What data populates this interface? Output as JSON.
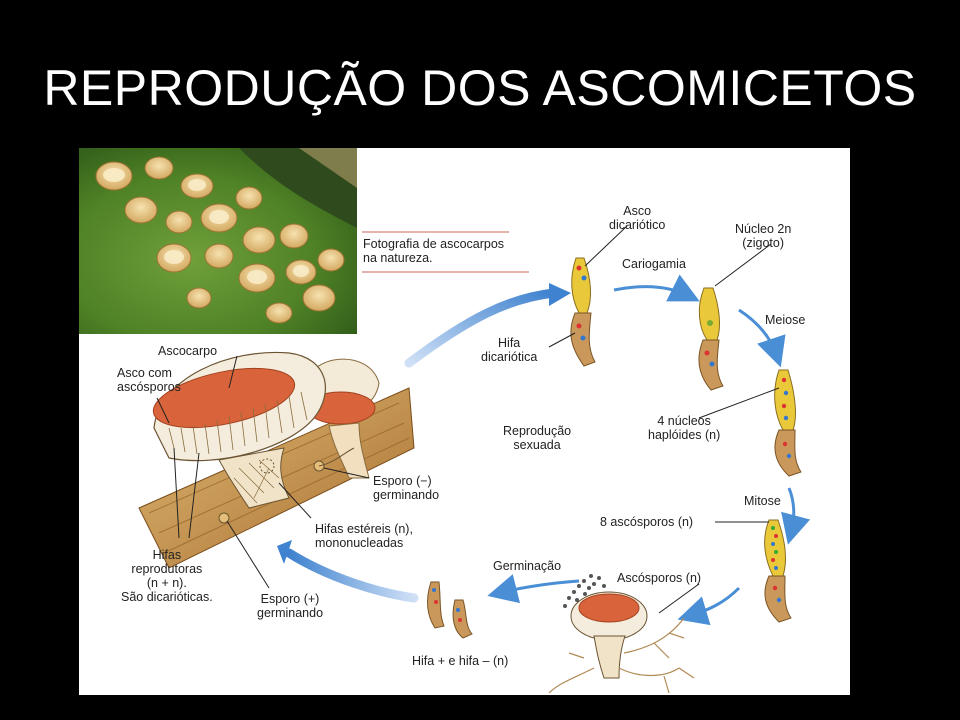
{
  "slide": {
    "title": "REPRODUÇÃO DOS ASCOMICETOS"
  },
  "figure": {
    "photo_caption": "Fotografia de ascocarpos\nna natureza.",
    "labels": {
      "ascocarpo": "Ascocarpo",
      "asco_com_ascosporos": "Asco com\nascósporos",
      "hifas_reprodutoras": "Hifas\nreprodutoras\n(n + n).\nSão dicarióticas.",
      "esporo_plus": "Esporo (+)\ngerminando",
      "hifas_estereis": "Hifas estéreis (n),\nmononucleadas",
      "esporo_minus": "Esporo (−)\ngerminando",
      "hifa_dicariotica": "Hifa\ndicariótica",
      "asco_dicariotico": "Asco\ndicariótico",
      "cariogamia": "Cariogamia",
      "nucleo_2n": "Núcleo 2n\n(zigoto)",
      "meiose": "Meiose",
      "quatro_nucleos": "4 núcleos\nhaplóides (n)",
      "reproducao_sexuada": "Reprodução\nsexuada",
      "mitose": "Mitose",
      "oito_ascosporos": "8 ascósporos (n)",
      "ascosporos": "Ascósporos (n)",
      "germinacao": "Germinação",
      "hifa_mais_menos": "Hifa + e hifa – (n)"
    },
    "colors": {
      "arrow_blue": "#4a8fd6",
      "ascocarp_red": "#d9643b",
      "hypha_tan": "#c9985a",
      "ascus_yellow": "#e9c93a",
      "moss_green": "#5a8f2c"
    }
  }
}
